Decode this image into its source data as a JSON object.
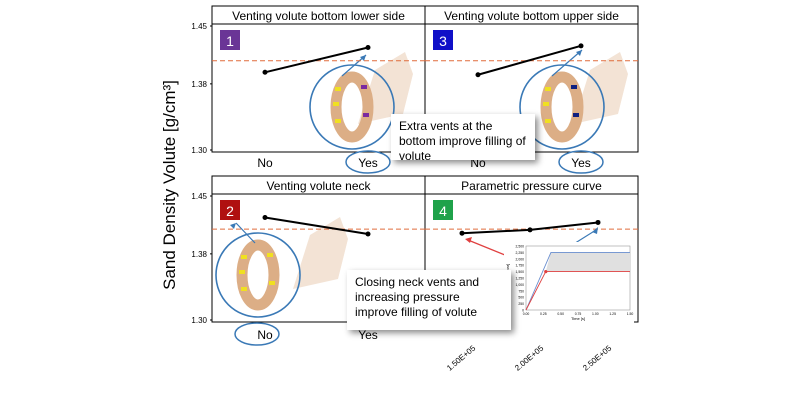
{
  "y_axis_title": "Sand Density Volute [g/cm³]",
  "colors": {
    "series_line": "#000000",
    "reference_line": "#e06c3c",
    "badge_1": "#6a3596",
    "badge_2": "#b01010",
    "badge_3": "#1010c8",
    "badge_4": "#1fa24a",
    "highlight_circle": "#3a79b6",
    "ring_body": "#dcae86",
    "vent_yellow": "#f0e020",
    "vent_purple": "#7a2aa0",
    "vent_blue": "#102080",
    "inset_band": "#e0e0e0",
    "inset_curve_blue": "#6a8fd0",
    "inset_curve_red": "#e04040"
  },
  "callouts": {
    "top": "Extra vents at the bottom improve filling of volute",
    "bottom": "Closing neck vents and increasing pressure improve filling of volute"
  },
  "chart_data": [
    {
      "type": "line",
      "panel": 1,
      "title": "Venting volute bottom lower side",
      "badge": "1",
      "categories": [
        "No",
        "Yes"
      ],
      "values": [
        1.394,
        1.424
      ],
      "reference_line": 1.408,
      "ylim": [
        1.3,
        1.45
      ],
      "yticks": [
        "1.45",
        "1.38",
        "1.30"
      ],
      "highlighted_category": "Yes"
    },
    {
      "type": "line",
      "panel": 3,
      "title": "Venting volute bottom upper side",
      "badge": "3",
      "categories": [
        "No",
        "Yes"
      ],
      "values": [
        1.391,
        1.426
      ],
      "reference_line": 1.408,
      "ylim": [
        1.3,
        1.45
      ],
      "highlighted_category": "Yes"
    },
    {
      "type": "line",
      "panel": 2,
      "title": "Venting volute neck",
      "badge": "2",
      "categories": [
        "No",
        "Yes"
      ],
      "values": [
        1.424,
        1.404
      ],
      "reference_line": 1.41,
      "ylim": [
        1.3,
        1.45
      ],
      "yticks": [
        "1.45",
        "1.38",
        "1.30"
      ],
      "highlighted_category": "No"
    },
    {
      "type": "line",
      "panel": 4,
      "title": "Parametric pressure curve",
      "badge": "4",
      "categories": [
        "1.50E+05",
        "2.00E+05",
        "2.50E+05"
      ],
      "values": [
        1.405,
        1.409,
        1.418
      ],
      "reference_line": 1.41,
      "ylim": [
        1.3,
        1.45
      ],
      "inset": {
        "type": "line",
        "ylabel": "Pressure [mbar]",
        "xlabel": "Time [s]",
        "yticks": [
          "2,500",
          "2,250",
          "2,000",
          "1,750",
          "1,500",
          "1,250",
          "1,000",
          "750",
          "500",
          "250",
          "0"
        ],
        "xticks": [
          "0.00",
          "0.25",
          "0.50",
          "0.75",
          "1.00",
          "1.25",
          "1.50"
        ]
      }
    }
  ]
}
